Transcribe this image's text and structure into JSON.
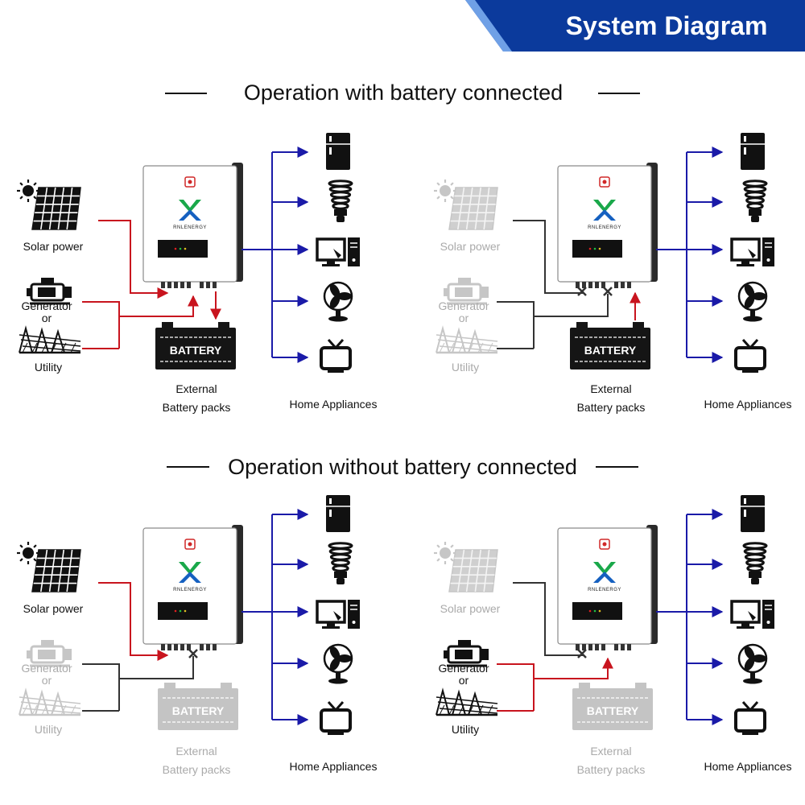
{
  "header": {
    "title": "System Diagram",
    "banner_color": "#0b3a9c"
  },
  "sections": {
    "with_battery": "Operation with battery connected",
    "without_battery": "Operation without battery connected"
  },
  "labels": {
    "solar": "Solar power",
    "generator": "Generator",
    "or": "or",
    "utility": "Utility",
    "battery": "BATTERY",
    "external_line1": "External",
    "external_line2": "Battery packs",
    "home_appliances": "Home Appliances",
    "brand": "RNLENERGY"
  },
  "colors": {
    "active_flow": "#c8141e",
    "inactive_flow": "#333333",
    "output_flow": "#1a1aa8",
    "dim": "#b8b8b8",
    "logo_blue": "#1560c0",
    "logo_green": "#1aa84a"
  },
  "appliances": [
    "refrigerator-icon",
    "bulb-icon",
    "computer-icon",
    "fan-icon",
    "tv-icon"
  ],
  "panels": [
    {
      "id": "p1",
      "solar_active": true,
      "source_active": true,
      "battery_present": true,
      "battery_flow": "charge"
    },
    {
      "id": "p2",
      "solar_active": false,
      "source_active": false,
      "battery_present": true,
      "battery_flow": "discharge"
    },
    {
      "id": "p3",
      "solar_active": true,
      "source_active": false,
      "battery_present": false,
      "battery_flow": "none"
    },
    {
      "id": "p4",
      "solar_active": false,
      "source_active": true,
      "battery_present": false,
      "battery_flow": "none"
    }
  ]
}
